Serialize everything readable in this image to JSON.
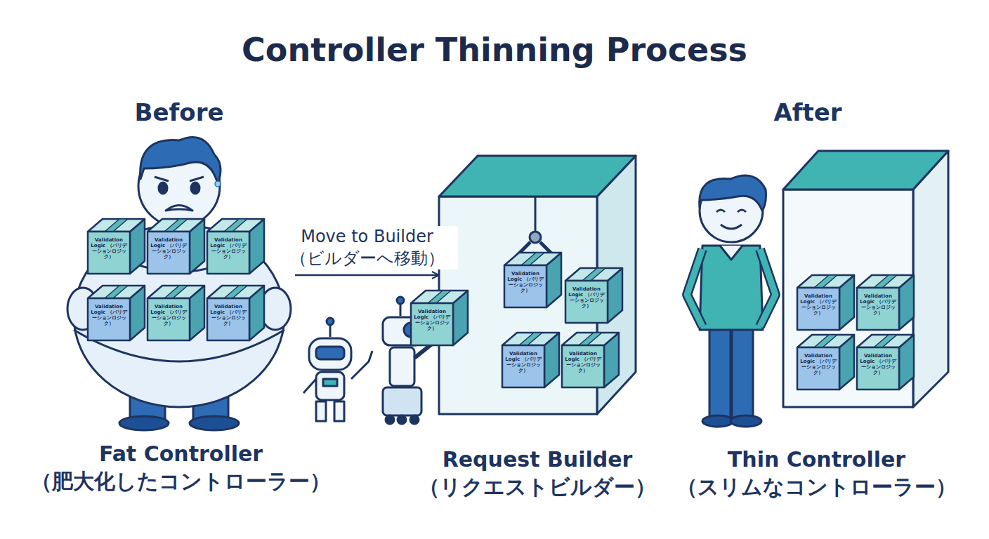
{
  "diagram": {
    "title": "Controller Thinning Process",
    "nodes": [
      {
        "text": [
          "Fat Controller （肥大化したコントローラー）"
        ]
      },
      {
        "text": [
          "Request Builder （リクエストビルダー）"
        ]
      },
      {
        "text": [
          "Thin Controller （スリムなコントローラー）"
        ]
      }
    ],
    "edges": [
      {
        "from": 0,
        "to": 1,
        "label": "Move to Builder （ビルダーへ移動）",
        "arrow": "to"
      }
    ],
    "labels": [
      "Before",
      "After",
      "Validation Logic （バリデーションロジック）",
      "Validation Logic （バリデーションロジック）",
      "Validation Logic （バリデーションロジック）",
      "Validation Logic （バリデーションロジック）",
      "Validation Logic （バリデーションロジック）",
      "Validation Logic （バリデーションロジック）",
      "Validation Logic （バリデーションロジック）",
      "Validation Logic （バリデーションロジック）",
      "Validation Logic （バリデーションロジック）",
      "Validation Logic （バリデーションロジック）",
      "Validation Logic （バリデーションロジック）",
      "Validation Logic （バリデーションロジック）",
      "Validation Logic （バリデーションロジック）",
      "Validation Logic （バリデーションロジック）",
      "Validation Logic （バリデーションロジック）"
    ]
  }
}
